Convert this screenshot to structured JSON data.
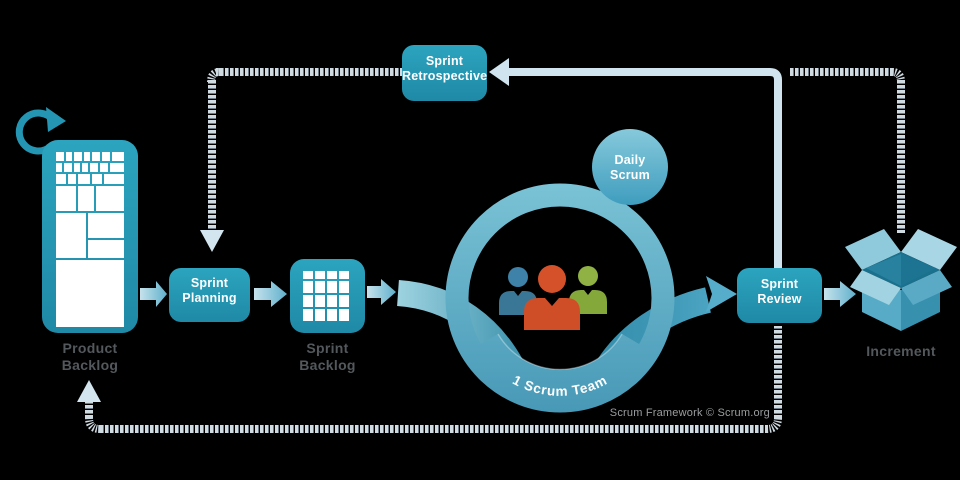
{
  "diagram": {
    "credit": "Scrum Framework © Scrum.org",
    "colors": {
      "background": "#000000",
      "teal_box": "#2397b4",
      "ring": "#5fb3cb",
      "light_arrow": "#cfe4ee",
      "label_gray": "#53585c",
      "member_blue": "#3e82a9",
      "member_red": "#d4512a",
      "member_green": "#90b244"
    },
    "nodes": {
      "product_backlog": {
        "label": "Product\nBacklog"
      },
      "sprint_planning": {
        "label": "Sprint\nPlanning"
      },
      "sprint_backlog": {
        "label": "Sprint\nBacklog"
      },
      "scrum_team": {
        "label": "1 Scrum Team"
      },
      "daily_scrum": {
        "label": "Daily\nScrum"
      },
      "sprint_review": {
        "label": "Sprint\nReview"
      },
      "sprint_retrospective": {
        "label": "Sprint\nRetrospective"
      },
      "increment": {
        "label": "Increment"
      }
    }
  }
}
